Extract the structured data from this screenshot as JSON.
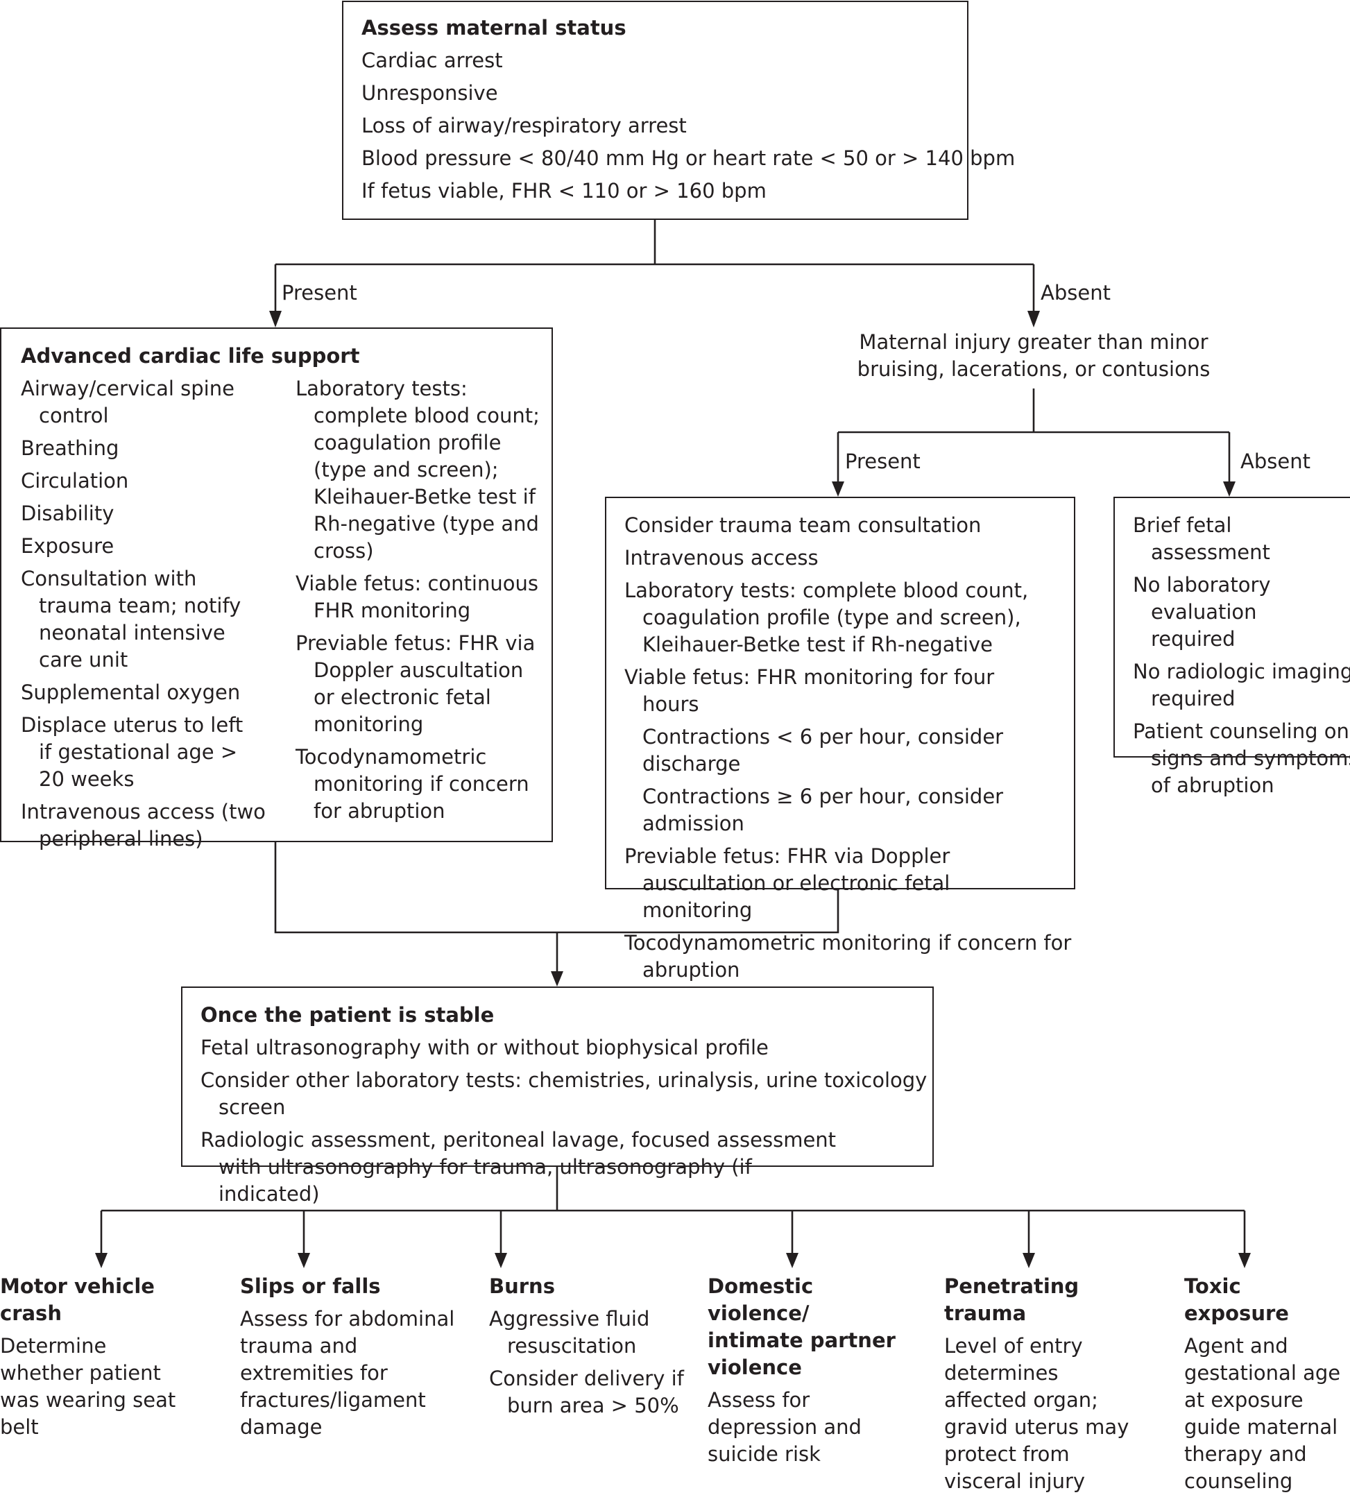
{
  "assess": {
    "title": "Assess maternal status",
    "items": [
      "Cardiac arrest",
      "Unresponsive",
      "Loss of airway/respiratory arrest",
      "Blood pressure < 80/40 mm Hg or heart rate < 50 or > 140 bpm",
      "If fetus viable, FHR < 110 or > 160 bpm"
    ]
  },
  "labels": {
    "present_1": "Present",
    "absent_1": "Absent",
    "present_2": "Present",
    "absent_2": "Absent"
  },
  "acls": {
    "title": "Advanced cardiac life support",
    "left": [
      "Airway/cervical spine control",
      "Breathing",
      "Circulation",
      "Disability",
      "Exposure",
      "Consultation with trauma team; notify neonatal intensive care unit",
      "Supplemental oxygen",
      "Displace uterus to left if gestational age > 20 weeks",
      "Intravenous access (two peripheral lines)"
    ],
    "right": [
      "Laboratory tests: complete blood count; coagulation profile (type and screen); Kleihauer-Betke test if Rh-negative (type and cross)",
      "Viable fetus: continuous FHR monitoring",
      "Previable fetus: FHR via Doppler auscultation or electronic fetal monitoring",
      "Tocodynamometric monitoring if concern for abruption"
    ]
  },
  "injury": {
    "line1": "Maternal injury greater than minor",
    "line2": "bruising, lacerations, or contusions"
  },
  "trauma": {
    "items": [
      "Consider trauma team consultation",
      "Intravenous access",
      "Laboratory tests: complete blood count, coagulation profile (type and screen), Kleihauer-Betke test if Rh-negative",
      "Viable fetus: FHR monitoring for four hours"
    ],
    "subitems": [
      "Contractions < 6 per hour, consider discharge",
      "Contractions ≥ 6 per hour, consider admission"
    ],
    "items2": [
      "Previable fetus: FHR via Doppler auscultation or electronic fetal monitoring",
      "Tocodynamometric monitoring if concern for abruption"
    ]
  },
  "brief": {
    "items": [
      "Brief fetal assessment",
      "No laboratory evaluation required",
      "No radiologic imaging required",
      "Patient counseling on signs and symptoms of abruption"
    ]
  },
  "stable": {
    "title": "Once the patient is stable",
    "items": [
      "Fetal ultrasonography with or without biophysical profile",
      "Consider other laboratory tests: chemistries, urinalysis, urine toxicology screen",
      "Radiologic assessment, peritoneal lavage, focused assessment with ultrasonography for trauma, ultrasonography (if indicated)"
    ]
  },
  "categories": [
    {
      "title": "Motor vehicle crash",
      "text": [
        "Determine whether patient was wearing seat belt"
      ]
    },
    {
      "title": "Slips or falls",
      "text": [
        "Assess for abdominal trauma and extremities for fractures/ligament damage"
      ]
    },
    {
      "title": "Burns",
      "items": [
        "Aggressive fluid resuscitation",
        "Consider delivery if burn area > 50%"
      ]
    },
    {
      "title": "Domestic violence/ intimate partner violence",
      "text": [
        "Assess for depression and suicide risk"
      ]
    },
    {
      "title": "Penetrating trauma",
      "text": [
        "Level of entry determines affected organ; gravid uterus may protect from visceral injury"
      ]
    },
    {
      "title": "Toxic exposure",
      "text": [
        "Agent and gestational age at exposure guide maternal therapy and counseling"
      ]
    }
  ]
}
